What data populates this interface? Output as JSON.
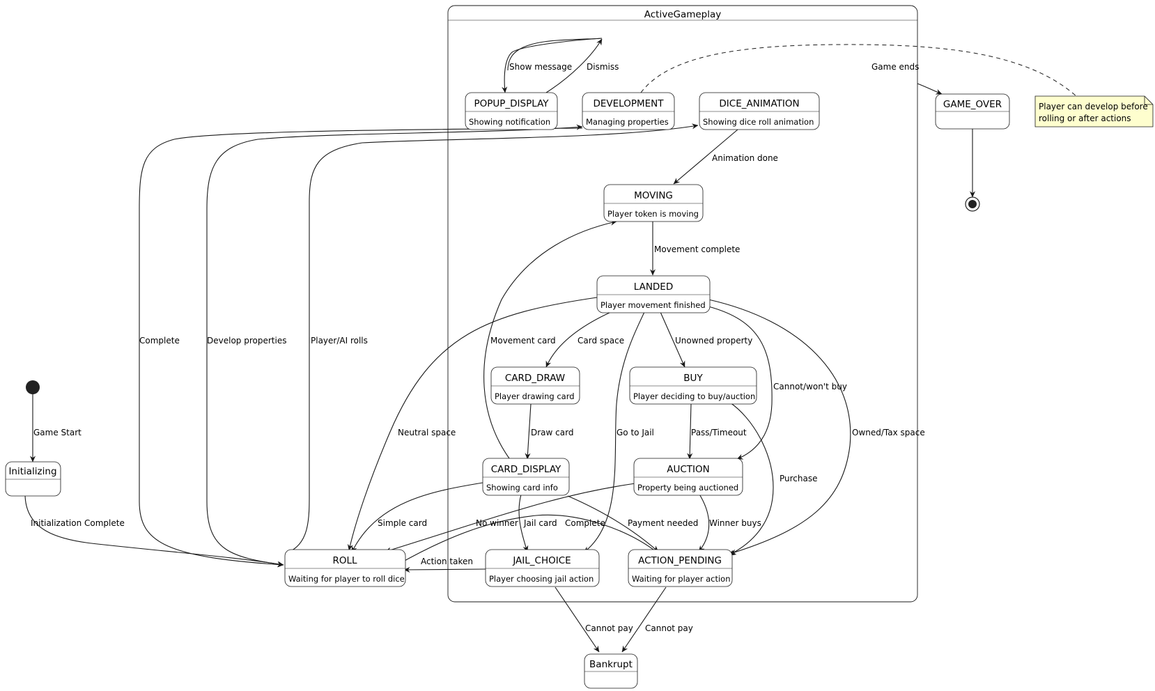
{
  "composite": {
    "title": "ActiveGameplay"
  },
  "states": {
    "initializing": {
      "name": "Initializing",
      "desc": ""
    },
    "roll": {
      "name": "ROLL",
      "desc": "Waiting for player to roll dice"
    },
    "popup_display": {
      "name": "POPUP_DISPLAY",
      "desc": "Showing notification"
    },
    "development": {
      "name": "DEVELOPMENT",
      "desc": "Managing properties"
    },
    "dice_animation": {
      "name": "DICE_ANIMATION",
      "desc": "Showing dice roll animation"
    },
    "moving": {
      "name": "MOVING",
      "desc": "Player token is moving"
    },
    "landed": {
      "name": "LANDED",
      "desc": "Player movement finished"
    },
    "card_draw": {
      "name": "CARD_DRAW",
      "desc": "Player drawing card"
    },
    "buy": {
      "name": "BUY",
      "desc": "Player deciding to buy/auction"
    },
    "card_display": {
      "name": "CARD_DISPLAY",
      "desc": "Showing card info"
    },
    "auction": {
      "name": "AUCTION",
      "desc": "Property being auctioned"
    },
    "jail_choice": {
      "name": "JAIL_CHOICE",
      "desc": "Player choosing jail action"
    },
    "action_pending": {
      "name": "ACTION_PENDING",
      "desc": "Waiting for player action"
    },
    "game_over": {
      "name": "GAME_OVER",
      "desc": ""
    },
    "bankrupt": {
      "name": "Bankrupt",
      "desc": ""
    }
  },
  "transitions": {
    "game_start": "Game Start",
    "initialization_complete": "Initialization Complete",
    "complete_left": "Complete",
    "develop_properties": "Develop properties",
    "player_ai_rolls": "Player/AI rolls",
    "show_message": "Show message",
    "dismiss": "Dismiss",
    "game_ends": "Game ends",
    "animation_done": "Animation done",
    "movement_complete": "Movement complete",
    "movement_card": "Movement card",
    "card_space": "Card space",
    "unowned_property": "Unowned property",
    "cannot_wont_buy": "Cannot/won't buy",
    "neutral_space": "Neutral space",
    "draw_card": "Draw card",
    "go_to_jail": "Go to Jail",
    "pass_timeout": "Pass/Timeout",
    "owned_tax_space": "Owned/Tax space",
    "purchase": "Purchase",
    "simple_card": "Simple card",
    "no_winner": "No winner",
    "jail_card": "Jail card",
    "complete_card": "Complete",
    "payment_needed": "Payment needed",
    "winner_buys": "Winner buys",
    "action_taken": "Action taken",
    "cannot_pay_jail": "Cannot pay",
    "cannot_pay_action": "Cannot pay"
  },
  "note": {
    "lines": [
      "Player can develop before",
      "rolling or after actions"
    ]
  },
  "colors": {
    "stroke": "#181818",
    "note_fill": "#fefece",
    "pseudo_state": "#222222"
  }
}
